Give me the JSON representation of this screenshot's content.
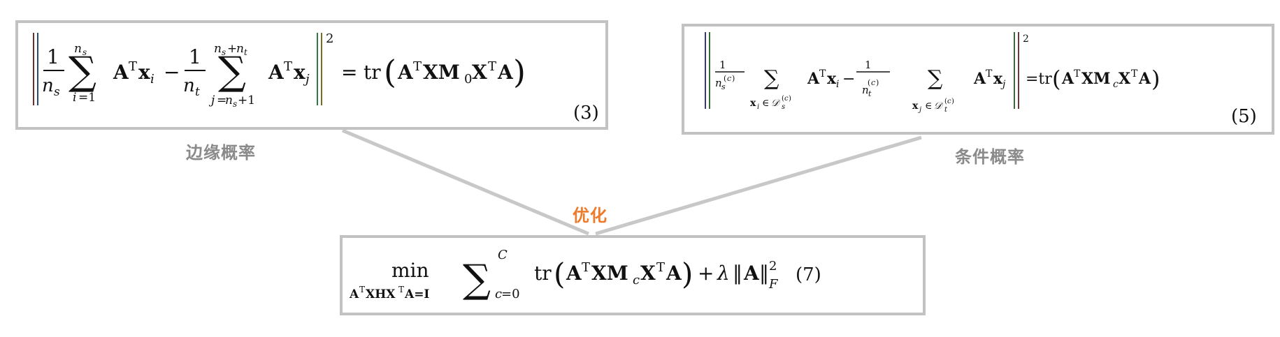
{
  "labels": {
    "marginal": "边缘概率",
    "conditional": "条件概率",
    "optimize": "优化"
  },
  "equation_numbers": {
    "eq3": "(3)",
    "eq5": "(5)",
    "eq7": "(7)"
  },
  "colors": {
    "box_border": "#c2c2c2",
    "connector": "#c8c8c8",
    "label_gray": "#8a8a8a",
    "label_orange": "#ee7a2a"
  }
}
